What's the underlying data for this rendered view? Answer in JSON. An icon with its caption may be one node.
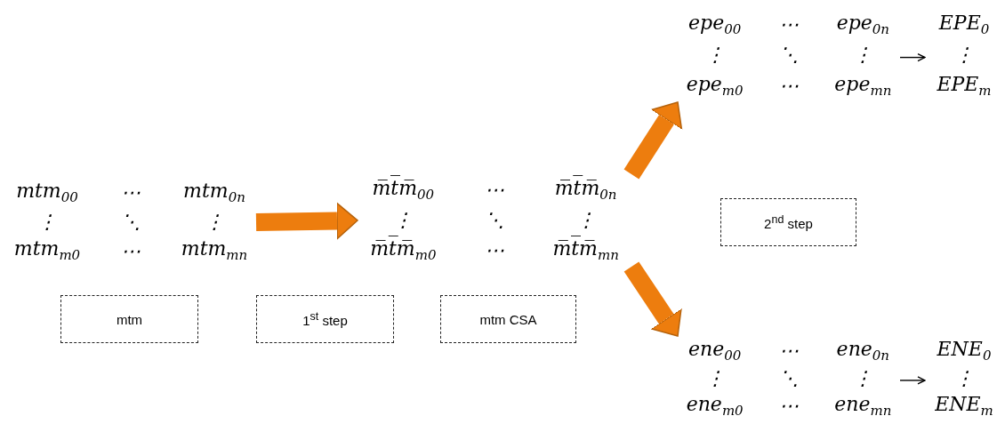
{
  "diagram": {
    "nodes": [
      {
        "text": [
          "mtm$_{00}$",
          "⋯",
          "mtm$_{0n}$",
          "⋮",
          "⋱",
          "⋮",
          "mtm$_{m0}$",
          "⋯",
          "mtm$_{mn}$"
        ]
      },
      {
        "text": [
          "m̅t̅m̅$_{00}$",
          "⋯",
          "m̅t̅m̅$_{0n}$",
          "⋮",
          "⋱",
          "⋮",
          "m̅t̅m̅$_{m0}$",
          "⋯",
          "m̅t̅m̅$_{mn}$"
        ]
      },
      {
        "text": [
          "epe$_{00}$",
          "⋯",
          "epe$_{0n}$",
          "⋮",
          "⋱",
          "⋮",
          "epe$_{m0}$",
          "⋯",
          "epe$_{mn}$"
        ]
      },
      {
        "text": [
          "EPE$_{0}$",
          "⋮",
          "EPE$_{m}$"
        ]
      },
      {
        "text": [
          "ene$_{00}$",
          "⋯",
          "ene$_{0n}$",
          "⋮",
          "⋱",
          "⋮",
          "ene$_{m0}$",
          "⋯",
          "ene$_{mn}$"
        ]
      },
      {
        "text": [
          "ENE$_{0}$",
          "⋮",
          "ENE$_{m}$"
        ]
      },
      {
        "text": [
          "mtm"
        ]
      },
      {
        "text": [
          "1$^{st}$ step"
        ]
      },
      {
        "text": [
          "mtm CSA"
        ]
      },
      {
        "text": [
          "2$^{nd}$ step"
        ]
      }
    ],
    "edges": [
      {
        "from": 0,
        "to": 1,
        "arrow": "to"
      },
      {
        "from": 1,
        "to": 2,
        "arrow": "to"
      },
      {
        "from": 1,
        "to": 4,
        "arrow": "to"
      },
      {
        "from": 2,
        "to": 3,
        "arrow": "to",
        "color": "#000000"
      },
      {
        "from": 4,
        "to": 5,
        "arrow": "to",
        "color": "#000000"
      }
    ]
  }
}
